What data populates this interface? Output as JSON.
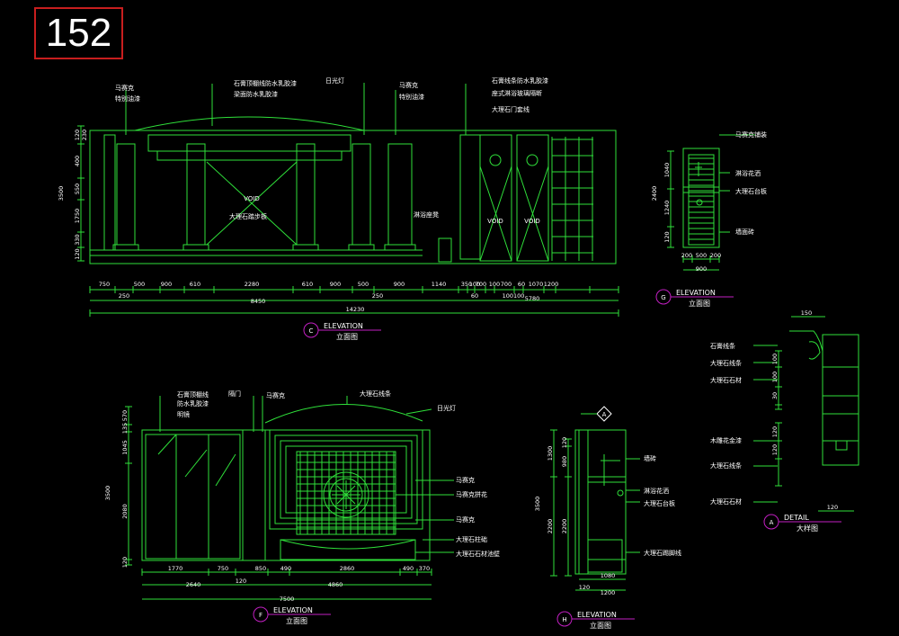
{
  "sheet_number": "152",
  "elevation_c": {
    "marker": "C",
    "title_en": "ELEVATION",
    "title_cn": "立面图",
    "notes_left": [
      "马赛克",
      "特别油漆"
    ],
    "notes_mid": [
      "石膏顶棚线防水乳胶漆",
      "梁面防水乳胶漆"
    ],
    "notes_light": [
      "日光灯"
    ],
    "notes_mid2": [
      "马赛克",
      "特别油漆"
    ],
    "notes_right": [
      "石膏线条防水乳胶漆",
      "座式淋浴玻璃隔断",
      "大理石门套线"
    ],
    "inline_labels": [
      "VOID",
      "大理石踏步板",
      "淋浴座凳",
      "VOID",
      "VOID"
    ],
    "vdims": [
      "120",
      "230",
      "400",
      "550",
      "3500",
      "1750",
      "330",
      "120"
    ],
    "row1": [
      "750",
      "500",
      "900",
      "610",
      "2280",
      "610",
      "900",
      "500",
      "900",
      "1140",
      "350",
      "100",
      "700",
      "100",
      "700",
      "60",
      "1070",
      "1200"
    ],
    "row2": [
      "250",
      "8450",
      "250",
      "60",
      "100100",
      "5780"
    ],
    "total": "14230"
  },
  "elevation_g": {
    "marker": "G",
    "title_en": "ELEVATION",
    "title_cn": "立面图",
    "notes": [
      "马赛克铺装",
      "淋浴花洒",
      "大理石台板",
      "墙面砖"
    ],
    "vdims": [
      "1040",
      "2400",
      "1240",
      "120"
    ],
    "hdims": [
      "200",
      "500",
      "200"
    ],
    "total": "900"
  },
  "elevation_f": {
    "marker": "F",
    "title_en": "ELEVATION",
    "title_cn": "立面图",
    "notes_left": [
      "石膏顶棚线",
      "防水乳胶漆",
      "明镜"
    ],
    "notes_top": [
      "隔门",
      "马赛克",
      "大理石线条",
      "日光灯"
    ],
    "notes_right": [
      "马赛克",
      "马赛克拼花",
      "马赛克",
      "大理石柱础",
      "大理石石材池壁"
    ],
    "vdims": [
      "570",
      "135",
      "1045",
      "3500",
      "2080",
      "120"
    ],
    "row1": [
      "1770",
      "750",
      "850",
      "490",
      "2860",
      "490",
      "370"
    ],
    "row2": [
      "2640",
      "120",
      "4860"
    ],
    "total": "7500"
  },
  "elevation_h": {
    "marker": "H",
    "title_en": "ELEVATION",
    "title_cn": "立面图",
    "section_marker": "A",
    "notes": [
      "墙砖",
      "淋浴花洒",
      "大理石台板",
      "大理石踢脚线"
    ],
    "vdims_outer": [
      "1300",
      "3500",
      "2200"
    ],
    "vdims_inner": [
      "120",
      "980",
      "2200"
    ],
    "hdims": [
      "1080",
      "120",
      "1200"
    ]
  },
  "detail_a": {
    "marker": "A",
    "title_en": "DETAIL",
    "title_cn": "大样图",
    "notes": [
      "石膏线条",
      "大理石线条",
      "大理石石材",
      "木雕花金漆",
      "大理石线条",
      "大理石石材"
    ],
    "dims": [
      "150",
      "100",
      "100",
      "30",
      "120",
      "120",
      "120"
    ]
  },
  "colors": {
    "line": "#2fe03a",
    "text": "#ffffff",
    "marker": "#c21fc2",
    "dim": "#2fe03a",
    "frame": "#c81e1e"
  }
}
